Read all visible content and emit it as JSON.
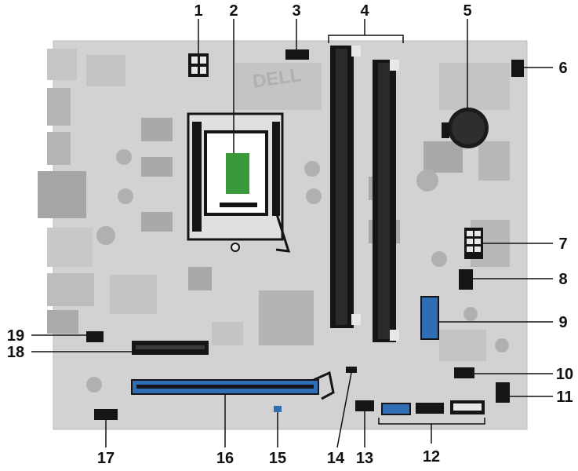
{
  "diagram": {
    "callouts": [
      "1",
      "2",
      "3",
      "4",
      "5",
      "6",
      "7",
      "8",
      "9",
      "10",
      "11",
      "12",
      "13",
      "14",
      "15",
      "16",
      "17",
      "18",
      "19"
    ],
    "colors": {
      "board": "#d2d2d2",
      "board_edge": "#bcbcbc",
      "component": "#a9a9a9",
      "component_light": "#c4c4c4",
      "connector": "#151515",
      "accent_blue": "#2f6db5",
      "socket_pins": "#3a9a3a",
      "leader": "#111111",
      "battery": "#1b1b1b",
      "metal": "#e8e8e8"
    },
    "board_logo": "DELL"
  }
}
